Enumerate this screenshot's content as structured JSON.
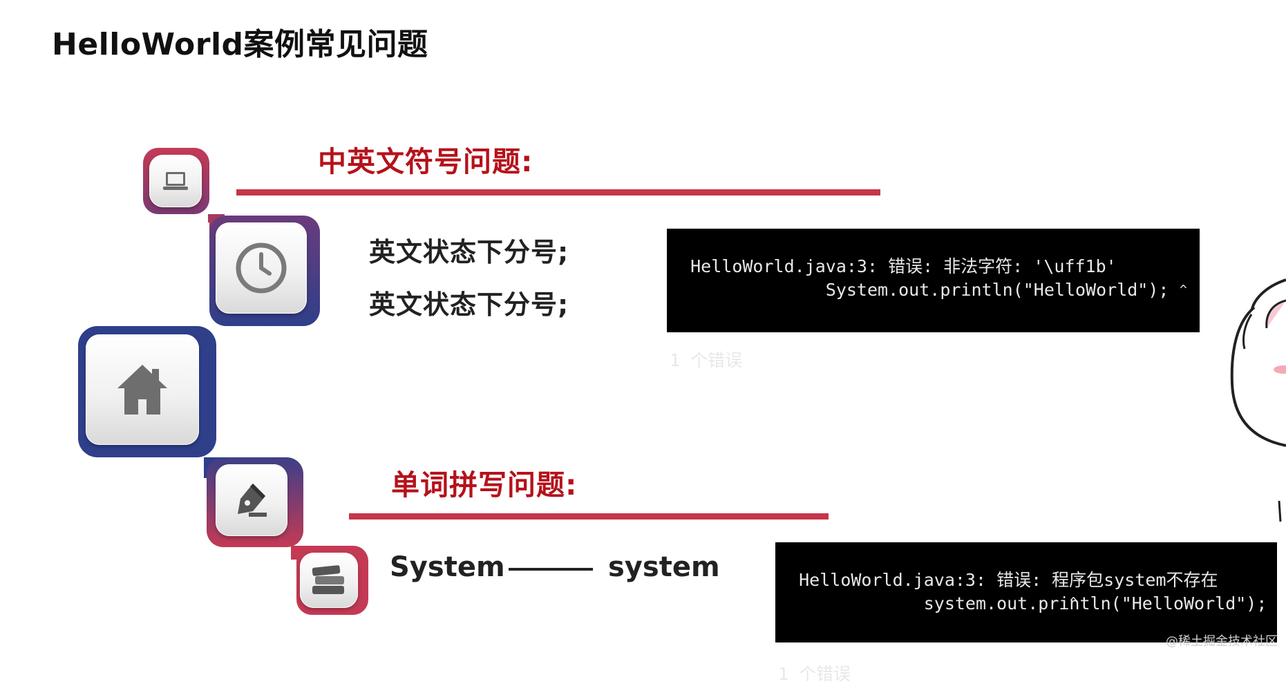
{
  "title": "HelloWorld案例常见问题",
  "section1": {
    "heading": "中英文符号问题:",
    "lines": [
      "英文状态下分号;",
      "英文状态下分号;"
    ],
    "terminal": {
      "line1": "HelloWorld.java:3: 错误: 非法字符: '\\uff1b'",
      "line2": "               System.out.println(\"HelloWorld\");",
      "caret": "^",
      "line4": "1 个错误"
    }
  },
  "section2": {
    "heading": "单词拼写问题:",
    "left_word": "System",
    "right_word": "system",
    "terminal": {
      "line1": "HelloWorld.java:3: 错误: 程序包system不存在",
      "line2": "              system.out.println(\"HelloWorld\");",
      "caret": "^",
      "line4": "1 个错误"
    }
  },
  "watermark": "@稀土掘金技术社区",
  "icons": [
    "laptop-icon",
    "clock-icon",
    "home-icon",
    "pen-nib-icon",
    "books-icon"
  ],
  "colors": {
    "heading_red": "#b5121b",
    "rule_red": "#c6364a",
    "frame_navy": "#2f3f8a",
    "frame_crimson": "#c43a55",
    "terminal_bg": "#000000"
  }
}
